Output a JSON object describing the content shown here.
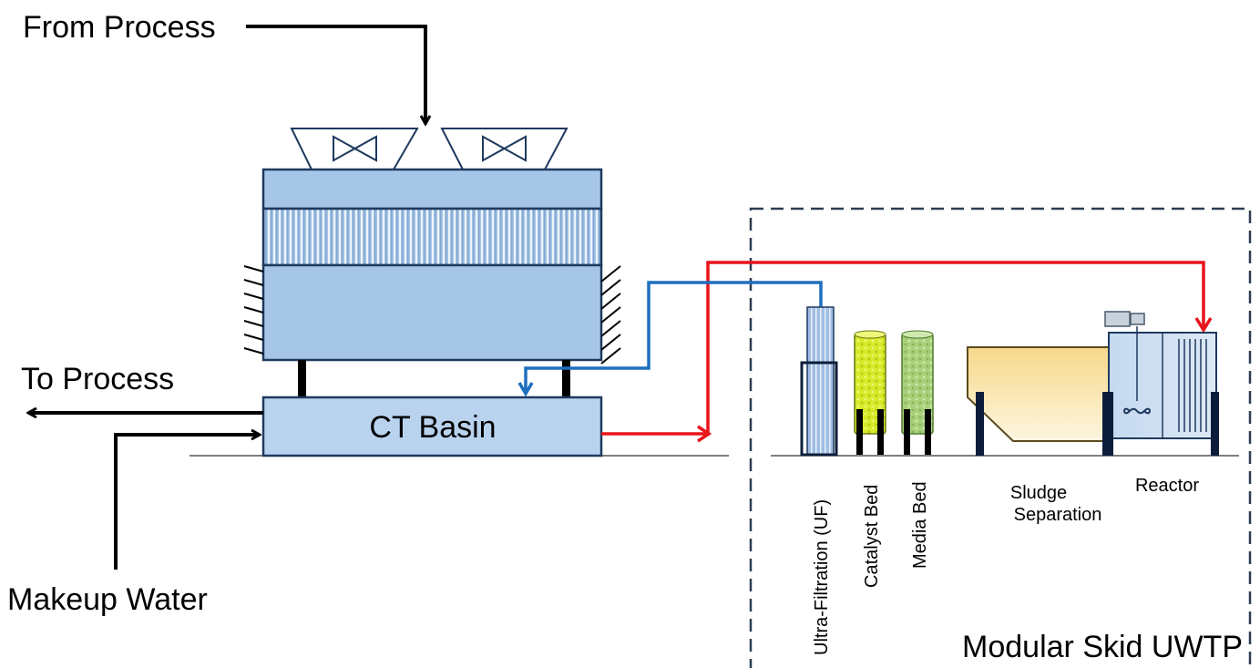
{
  "labels": {
    "from_process": "From Process",
    "to_process": "To Process",
    "makeup_water": "Makeup Water",
    "ct_basin": "CT Basin",
    "modular_skid": "Modular Skid UWTP",
    "ultra_filtration": "Ultra-Filtration (UF)",
    "catalyst_bed": "Catalyst Bed",
    "media_bed": "Media Bed",
    "sludge_line1": "Sludge",
    "sludge_line2": "Separation",
    "reactor": "Reactor"
  },
  "colors": {
    "tower_fill": "#a6c6e8",
    "tower_stroke": "#1f3a5f",
    "basin_fill": "#b9d3ef",
    "hot_line": "#e8141c",
    "cold_line": "#1f6fbf",
    "catalyst_fill": "#d7ea2a",
    "media_fill": "#a9d07a",
    "sludge_fill": "#fbe9b6",
    "skid_border": "#2d3e50"
  }
}
